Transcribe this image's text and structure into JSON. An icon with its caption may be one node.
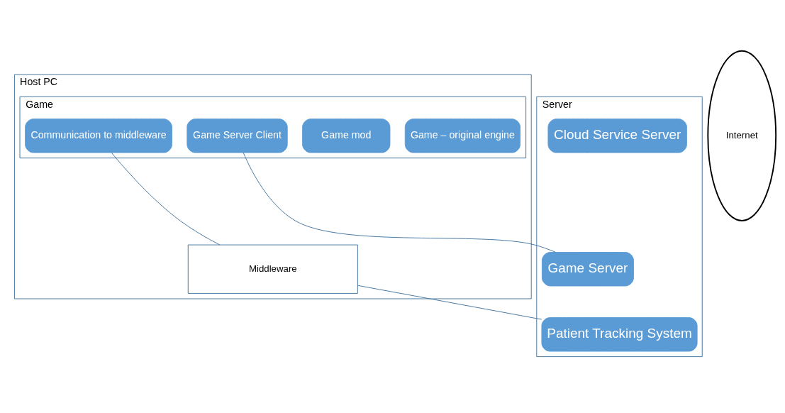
{
  "diagram": {
    "nodes": [
      {
        "text": [
          "Host PC"
        ]
      },
      {
        "text": [
          "Game"
        ],
        "in": 0
      },
      {
        "text": [
          "Game – original engine"
        ],
        "in": 1
      },
      {
        "text": [
          "Game mod"
        ],
        "in": 1
      },
      {
        "text": [
          "Communication to middleware"
        ],
        "in": 1
      },
      {
        "text": [
          "Game Server Client"
        ],
        "in": 1
      },
      {
        "text": [
          "Middleware"
        ],
        "in": 0
      },
      {
        "text": [
          "Internet"
        ]
      },
      {
        "text": [
          "Server"
        ]
      },
      {
        "text": [
          "Cloud Service Server"
        ],
        "in": 8
      },
      {
        "text": [
          "Game Server"
        ],
        "in": 8
      },
      {
        "text": [
          "Patient Tracking System"
        ],
        "in": 8
      }
    ],
    "edges": [
      {
        "from": 4,
        "to": 6,
        "arrow": "none"
      },
      {
        "from": 5,
        "to": 10,
        "arrow": "none"
      },
      {
        "from": 6,
        "to": 11,
        "arrow": "none"
      }
    ]
  }
}
